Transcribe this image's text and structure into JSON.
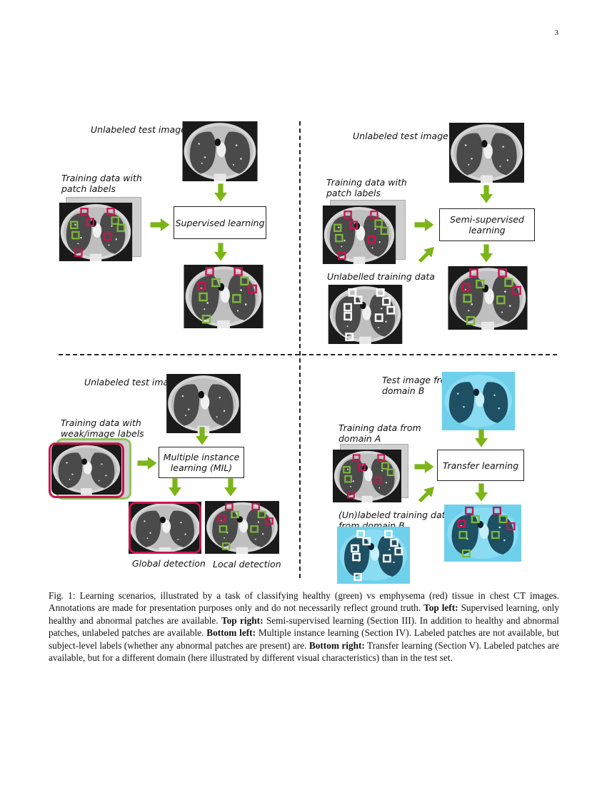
{
  "page_number": "3",
  "quadrants": {
    "top_left": {
      "test_label": "Unlabeled test image",
      "train_label": "Training data with\npatch labels",
      "method": "Supervised learning"
    },
    "top_right": {
      "test_label": "Unlabeled test image",
      "train_label": "Training data with\npatch labels",
      "unlabeled_label": "Unlabelled training data",
      "method": "Semi-supervised\nlearning"
    },
    "bottom_left": {
      "test_label": "Unlabeled test image",
      "train_label": "Training data with\nweak/image labels",
      "method": "Multiple instance\nlearning (MIL)",
      "global_label": "Global detection",
      "local_label": "Local detection"
    },
    "bottom_right": {
      "test_label": "Test image from\ndomain B",
      "train_label": "Training data from\ndomain A",
      "unlabeled_label": "(Un)labeled training data\nfrom domain B",
      "method": "Transfer learning"
    }
  },
  "colors": {
    "healthy": "#7cb83a",
    "emphysema": "#c8154f",
    "arrow": "#7cb518",
    "domain_b": "#5bc3e0"
  },
  "caption": {
    "intro": "Fig. 1: Learning scenarios, illustrated by a task of classifying healthy (green) vs emphysema (red) tissue in chest CT images. Annotations are made for presentation purposes only and do not necessarily reflect ground truth. ",
    "tl_head": "Top left:",
    "tl_text": " Supervised learning, only healthy and abnormal patches are available. ",
    "tr_head": "Top right:",
    "tr_text": " Semi-supervised learning (Section III). In addition to healthy and abnormal patches, unlabeled patches are available. ",
    "bl_head": "Bottom left:",
    "bl_text": " Multiple instance learning (Section IV). Labeled patches are not available, but subject-level labels (whether any abnormal patches are present) are. ",
    "br_head": "Bottom right:",
    "br_text": " Transfer learning (Section V). Labeled patches are available, but for a different domain (here illustrated by different visual characteristics) than in the test set."
  }
}
